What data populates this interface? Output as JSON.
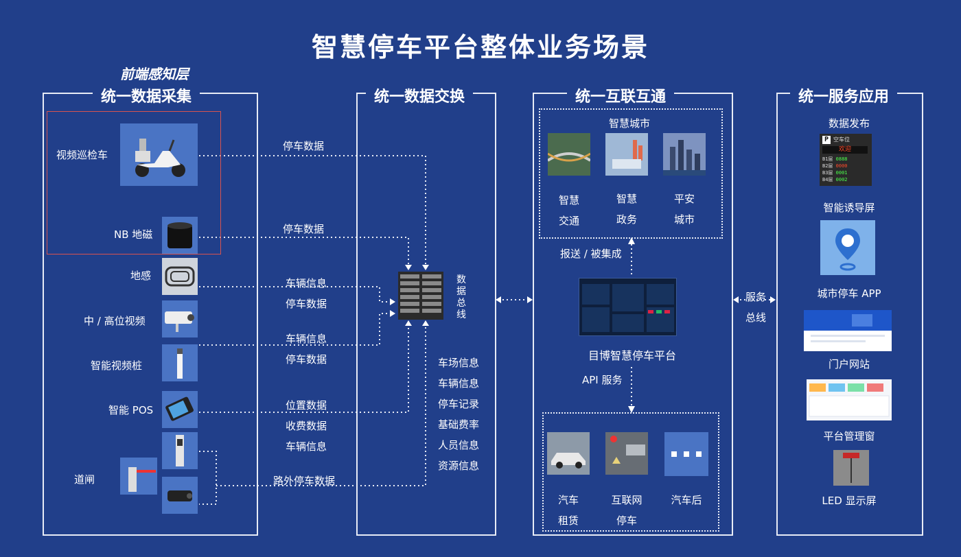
{
  "title": "智慧停车平台整体业务场景",
  "subtitle": "前端感知层",
  "columns": {
    "collect": "统一数据采集",
    "exchange": "统一数据交换",
    "interconnect": "统一互联互通",
    "service": "统一服务应用"
  },
  "devices": {
    "patrol": "视频巡检车",
    "nb": "NB 地磁",
    "loop": "地感",
    "video": "中 / 高位视频",
    "pile": "智能视频桩",
    "pos": "智能 POS",
    "gate": "道闸"
  },
  "flows": {
    "f1": "停车数据",
    "f2": "停车数据",
    "f3a": "车辆信息",
    "f3b": "停车数据",
    "f4a": "车辆信息",
    "f4b": "停车数据",
    "f5a": "位置数据",
    "f5b": "收费数据",
    "f5c": "车辆信息",
    "f6": "路外停车数据"
  },
  "bus": [
    "数",
    "据",
    "总",
    "线"
  ],
  "exchange_items": [
    "车场信息",
    "车辆信息",
    "停车记录",
    "基础费率",
    "人员信息",
    "资源信息"
  ],
  "smart_city": {
    "title": "智慧城市",
    "items": [
      {
        "l1": "智慧",
        "l2": "交通"
      },
      {
        "l1": "智慧",
        "l2": "政务"
      },
      {
        "l1": "平安",
        "l2": "城市"
      }
    ]
  },
  "report": "报送 / 被集成",
  "platform": "目博智慧停车平台",
  "api": "API 服务",
  "apps": [
    {
      "l1": "汽车",
      "l2": "租赁"
    },
    {
      "l1": "互联网",
      "l2": "停车"
    },
    {
      "l1": "汽车后",
      "l2": ""
    }
  ],
  "service_bus": [
    "服务",
    "总线"
  ],
  "services": [
    "数据发布",
    "智能诱导屏",
    "城市停车 APP",
    "门户网站",
    "平台管理窗",
    "LED 显示屏"
  ],
  "guide_screen": {
    "header": "空车位",
    "welcome": "欢迎",
    "rows": [
      {
        "floor": "B1层",
        "value": "0888"
      },
      {
        "floor": "B2层",
        "value": "0000"
      },
      {
        "floor": "B3层",
        "value": "0001"
      },
      {
        "floor": "B4层",
        "value": "0002"
      }
    ]
  },
  "colors": {
    "background": "#213f8a",
    "panel": "#4a74c4",
    "line": "#e8ecf6",
    "highlight_box": "#d9534f"
  }
}
